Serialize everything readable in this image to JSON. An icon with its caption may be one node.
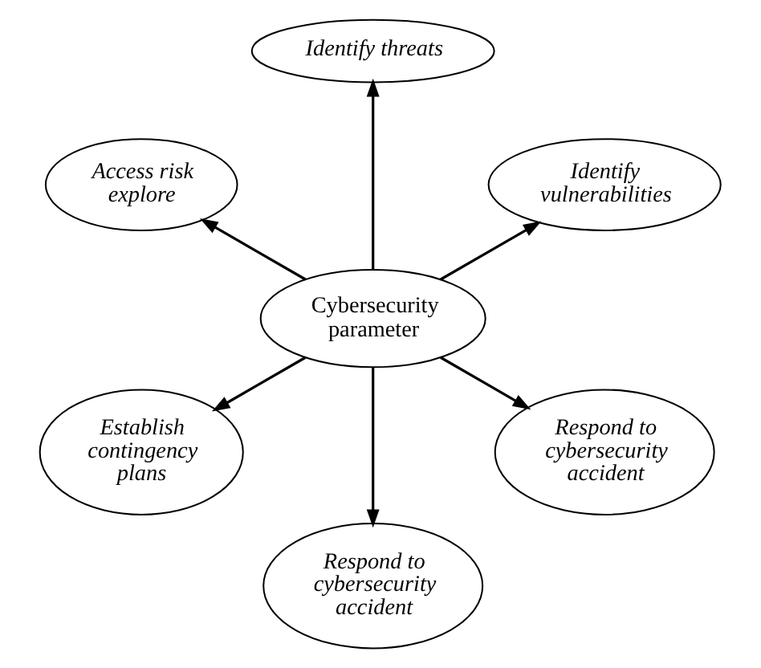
{
  "diagram": {
    "nodes": [
      {
        "text": [
          "Identify vulnerabilities"
        ]
      },
      {
        "text": [
          "Identify threats"
        ]
      },
      {
        "text": [
          "Access risk explore"
        ]
      },
      {
        "text": [
          "Cybersecurity parameter"
        ]
      },
      {
        "text": [
          "Establish contingency plans"
        ]
      },
      {
        "text": [
          "Respond to cybersecurity accident"
        ]
      },
      {
        "text": [
          "Respond to cybersecurity accident"
        ]
      }
    ],
    "edges": [
      {
        "from": 3,
        "to": 0,
        "arrow": "to"
      },
      {
        "from": 3,
        "to": 1,
        "arrow": "to"
      },
      {
        "from": 3,
        "to": 2,
        "arrow": "to"
      },
      {
        "from": 3,
        "to": 4,
        "arrow": "to"
      },
      {
        "from": 3,
        "to": 5,
        "arrow": "to"
      },
      {
        "from": 3,
        "to": 6,
        "arrow": "to"
      }
    ]
  }
}
